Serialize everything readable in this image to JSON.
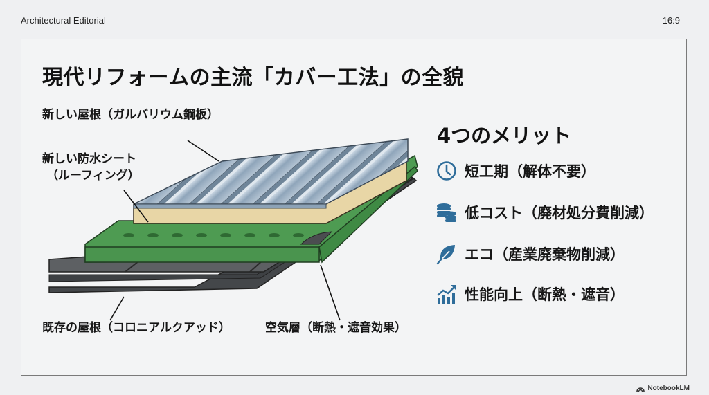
{
  "header": {
    "brand": "Architectural Editorial",
    "aspect_ratio": "16:9"
  },
  "slide": {
    "title": "現代リフォームの主流「カバー工法」の全貌",
    "diagram_labels": {
      "new_roof": "新しい屋根（ガルバリウム鋼板）",
      "waterproof_line1": "新しい防水シート",
      "waterproof_line2": "（ルーフィング）",
      "existing_roof": "既存の屋根（コロニアルクアッド）",
      "air_layer": "空気層（断熱・遮音効果）"
    },
    "merits": {
      "title": "4つのメリット",
      "items": [
        {
          "icon": "clock-icon",
          "label": "短工期（解体不要）"
        },
        {
          "icon": "coins-icon",
          "label": "低コスト（廃材処分費削減）"
        },
        {
          "icon": "leaf-icon",
          "label": "エコ（産業廃棄物削減）"
        },
        {
          "icon": "growth-chart-icon",
          "label": "性能向上（断熱・遮音）"
        }
      ]
    },
    "colors": {
      "accent_blue": "#2f6d9a",
      "metal_roof": "#8ea4b8",
      "insulation": "#e8d6a6",
      "membrane_green": "#4a9a4e",
      "existing_roof_gray": "#5a5c5f"
    }
  },
  "footer": {
    "logo_text": "NotebookLM"
  }
}
